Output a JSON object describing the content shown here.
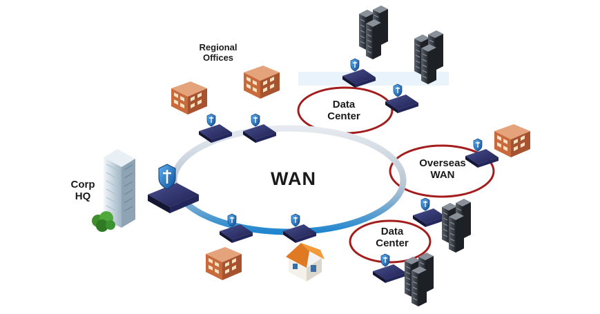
{
  "labels": {
    "regional_offices": "Regional\nOffices",
    "wan": "WAN",
    "corp_hq": "Corp\nHQ",
    "data_center_top": "Data\nCenter",
    "overseas_wan": "Overseas\nWAN",
    "data_center_bottom": "Data\nCenter"
  },
  "colors": {
    "wan_ring": "#1f86cf",
    "satellite_ring": "#a31d1d",
    "router_body": "#2c2f66",
    "shield": "#1e6fc7",
    "building_brick": "#c56a3b",
    "tower_glass": "#cfe6f5",
    "server_dark": "#3a3f48"
  },
  "icons": [
    "regional-office-building-icon",
    "corporate-tower-icon",
    "router-icon",
    "security-shield-icon",
    "server-rack-icon",
    "home-house-icon",
    "tree-icon"
  ]
}
